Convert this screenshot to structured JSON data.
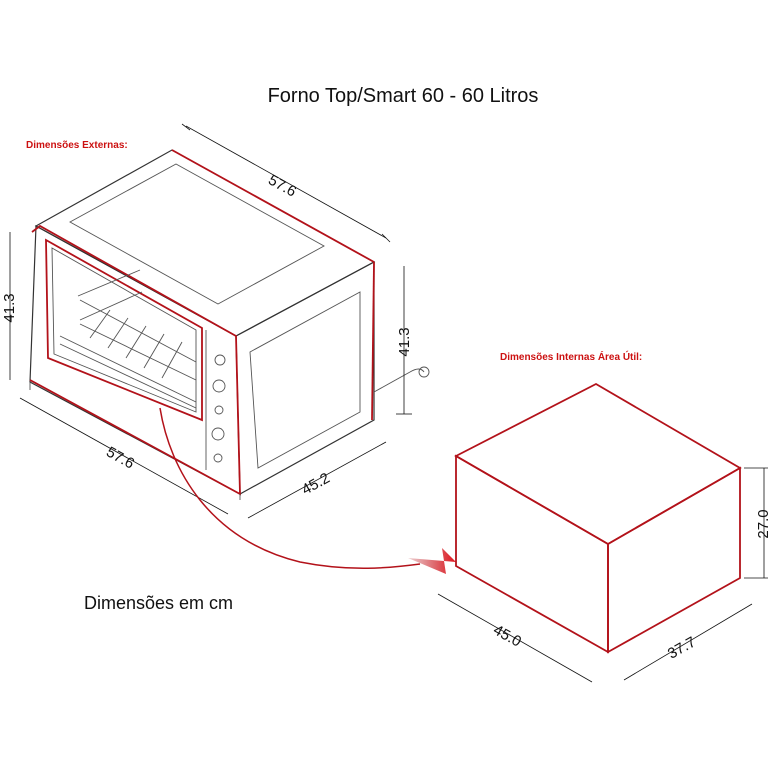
{
  "title": "Forno Top/Smart 60 - 60 Litros",
  "external": {
    "label": "Dimensões Externas:",
    "depth_top": "57.6",
    "height_left": "41.3",
    "height_right": "41.3",
    "width_front": "57.6",
    "depth_side": "45.2"
  },
  "internal": {
    "label": "Dimensões Internas Área Útil:",
    "height": "27.0",
    "width": "45.0",
    "depth": "37.7"
  },
  "units_note": "Dimensões em cm",
  "colors": {
    "accent_red": "#b3121a",
    "label_red": "#cc1111",
    "line": "#333333"
  }
}
